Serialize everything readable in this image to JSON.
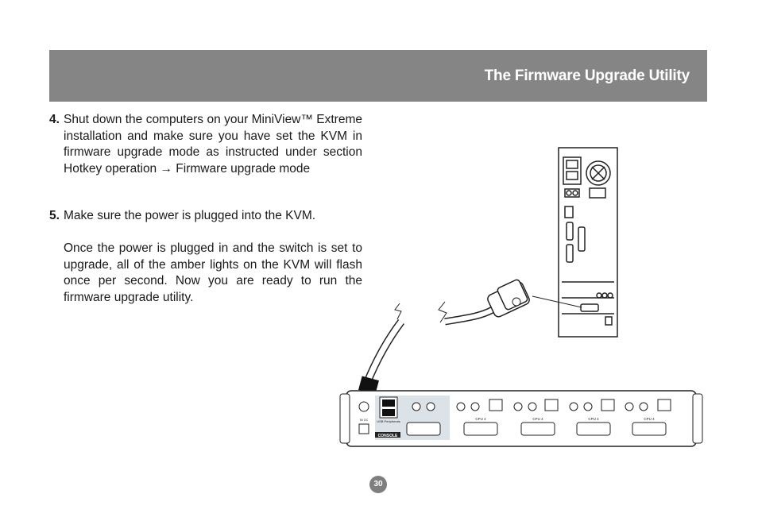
{
  "header": {
    "title": "The Firmware Upgrade Utility"
  },
  "steps": [
    {
      "number": "4.",
      "text": "Shut down the computers on your MiniView™ Extreme installation and make sure you have set the KVM in firmware upgrade mode as instructed under section Hotkey operation → Firmware upgrade mode"
    },
    {
      "number": "5.",
      "text": "Make sure the power is plugged into the KVM."
    }
  ],
  "paragraph": "Once the power is plugged in and the switch is set to upgrade, all of the amber lights on the KVM will flash once per second. Now you are ready to run the firmware upgrade utility.",
  "diagram": {
    "usb_label": "USB Peripherals",
    "console_label": "CONSOLE",
    "cpu_labels": [
      "CPU 4",
      "CPU 4",
      "CPU 4",
      "CPU 4"
    ],
    "power_label": "5V DC"
  },
  "page_number": "30"
}
